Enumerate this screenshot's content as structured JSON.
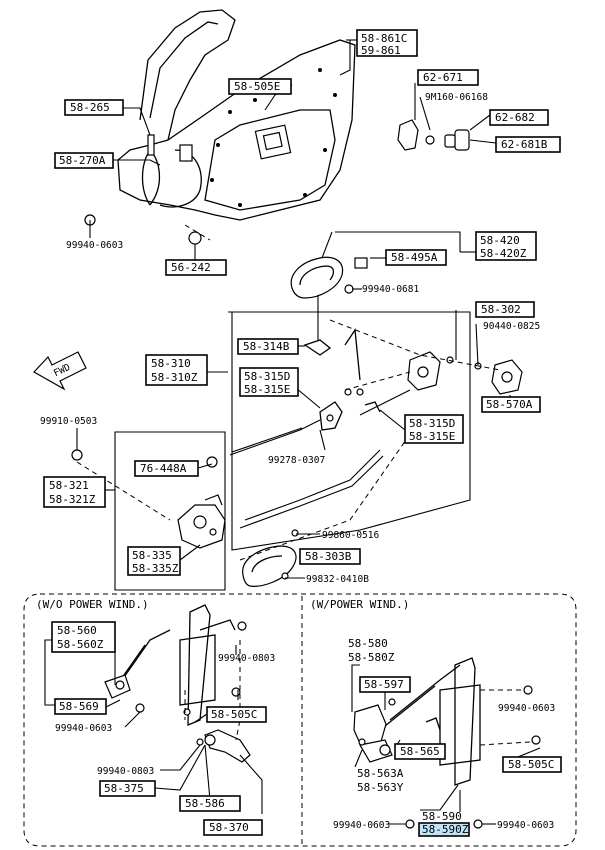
{
  "labels": {
    "l586": "58-861C",
    "l586b": "59-861",
    "l505e": "58-505E",
    "l62671": "62-671",
    "l9m160": "9M160-06168",
    "l62682": "62-682",
    "l62681b": "62-681B",
    "l265": "58-265",
    "l270a": "58-270A",
    "l9994006a": "99940-0603",
    "l242": "56-242",
    "l420": "58-420",
    "l420z": "58-420Z",
    "l495a": "58-495A",
    "l99940681": "99940-0681",
    "l302": "58-302",
    "l90440": "90440-0825",
    "l314b": "58-314B",
    "l310": "58-310",
    "l310z": "58-310Z",
    "l315d": "58-315D",
    "l315e": "58-315E",
    "l570a": "58-570A",
    "l315d2": "58-315D",
    "l315e2": "58-315E",
    "l99910": "99910-0503",
    "l448a": "76-448A",
    "l99278": "99278-0307",
    "l321": "58-321",
    "l321z": "58-321Z",
    "l99860": "99860-0516",
    "l335": "58-335",
    "l335z": "58-335Z",
    "l303b": "58-303B",
    "l99832": "99832-0410B",
    "fwd": "FWD",
    "hdr_left": "(W/O POWER WIND.)",
    "hdr_right": "(W/POWER WIND.)",
    "l560": "58-560",
    "l560z": "58-560Z",
    "l99940803a": "99940-0803",
    "l569": "58-569",
    "l99940603b": "99940-0603",
    "l505c": "58-505C",
    "l99940803b": "99940-0803",
    "l375": "58-375",
    "l586p": "58-586",
    "l370": "58-370",
    "l580": "58-580",
    "l580z": "58-580Z",
    "l597": "58-597",
    "l99940603c": "99940-0603",
    "l565": "58-565",
    "l563a": "58-563A",
    "l563y": "58-563Y",
    "l505c2": "58-505C",
    "l590": "58-590",
    "l590z": "58-590Z",
    "l99940603d": "99940-0603",
    "l99940603e": "99940-0603"
  }
}
